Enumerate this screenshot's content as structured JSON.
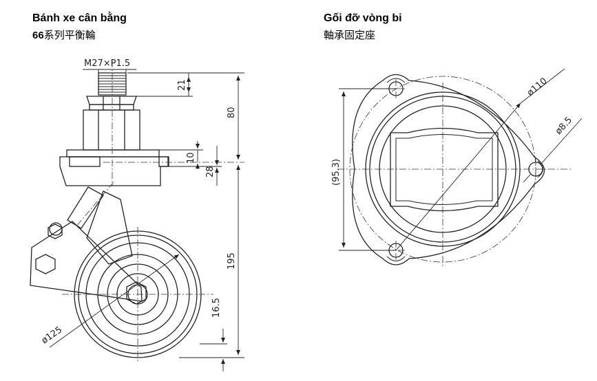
{
  "left": {
    "title": "Bánh xe cân bằng",
    "subtitle_num": "66",
    "subtitle_cn": "系列平衡輪",
    "dims": {
      "thread": "M27×P1.5",
      "d21": "21",
      "d80": "80",
      "d10": "10",
      "d28": "28",
      "d195": "195",
      "d165": "16.5",
      "wheel": "ø125"
    }
  },
  "right": {
    "title": "Gối đỡ vòng bi",
    "subtitle_cn": "軸承固定座",
    "dims": {
      "d110": "ø110",
      "d85": "ø8.5",
      "d953": "(95.3)"
    }
  }
}
